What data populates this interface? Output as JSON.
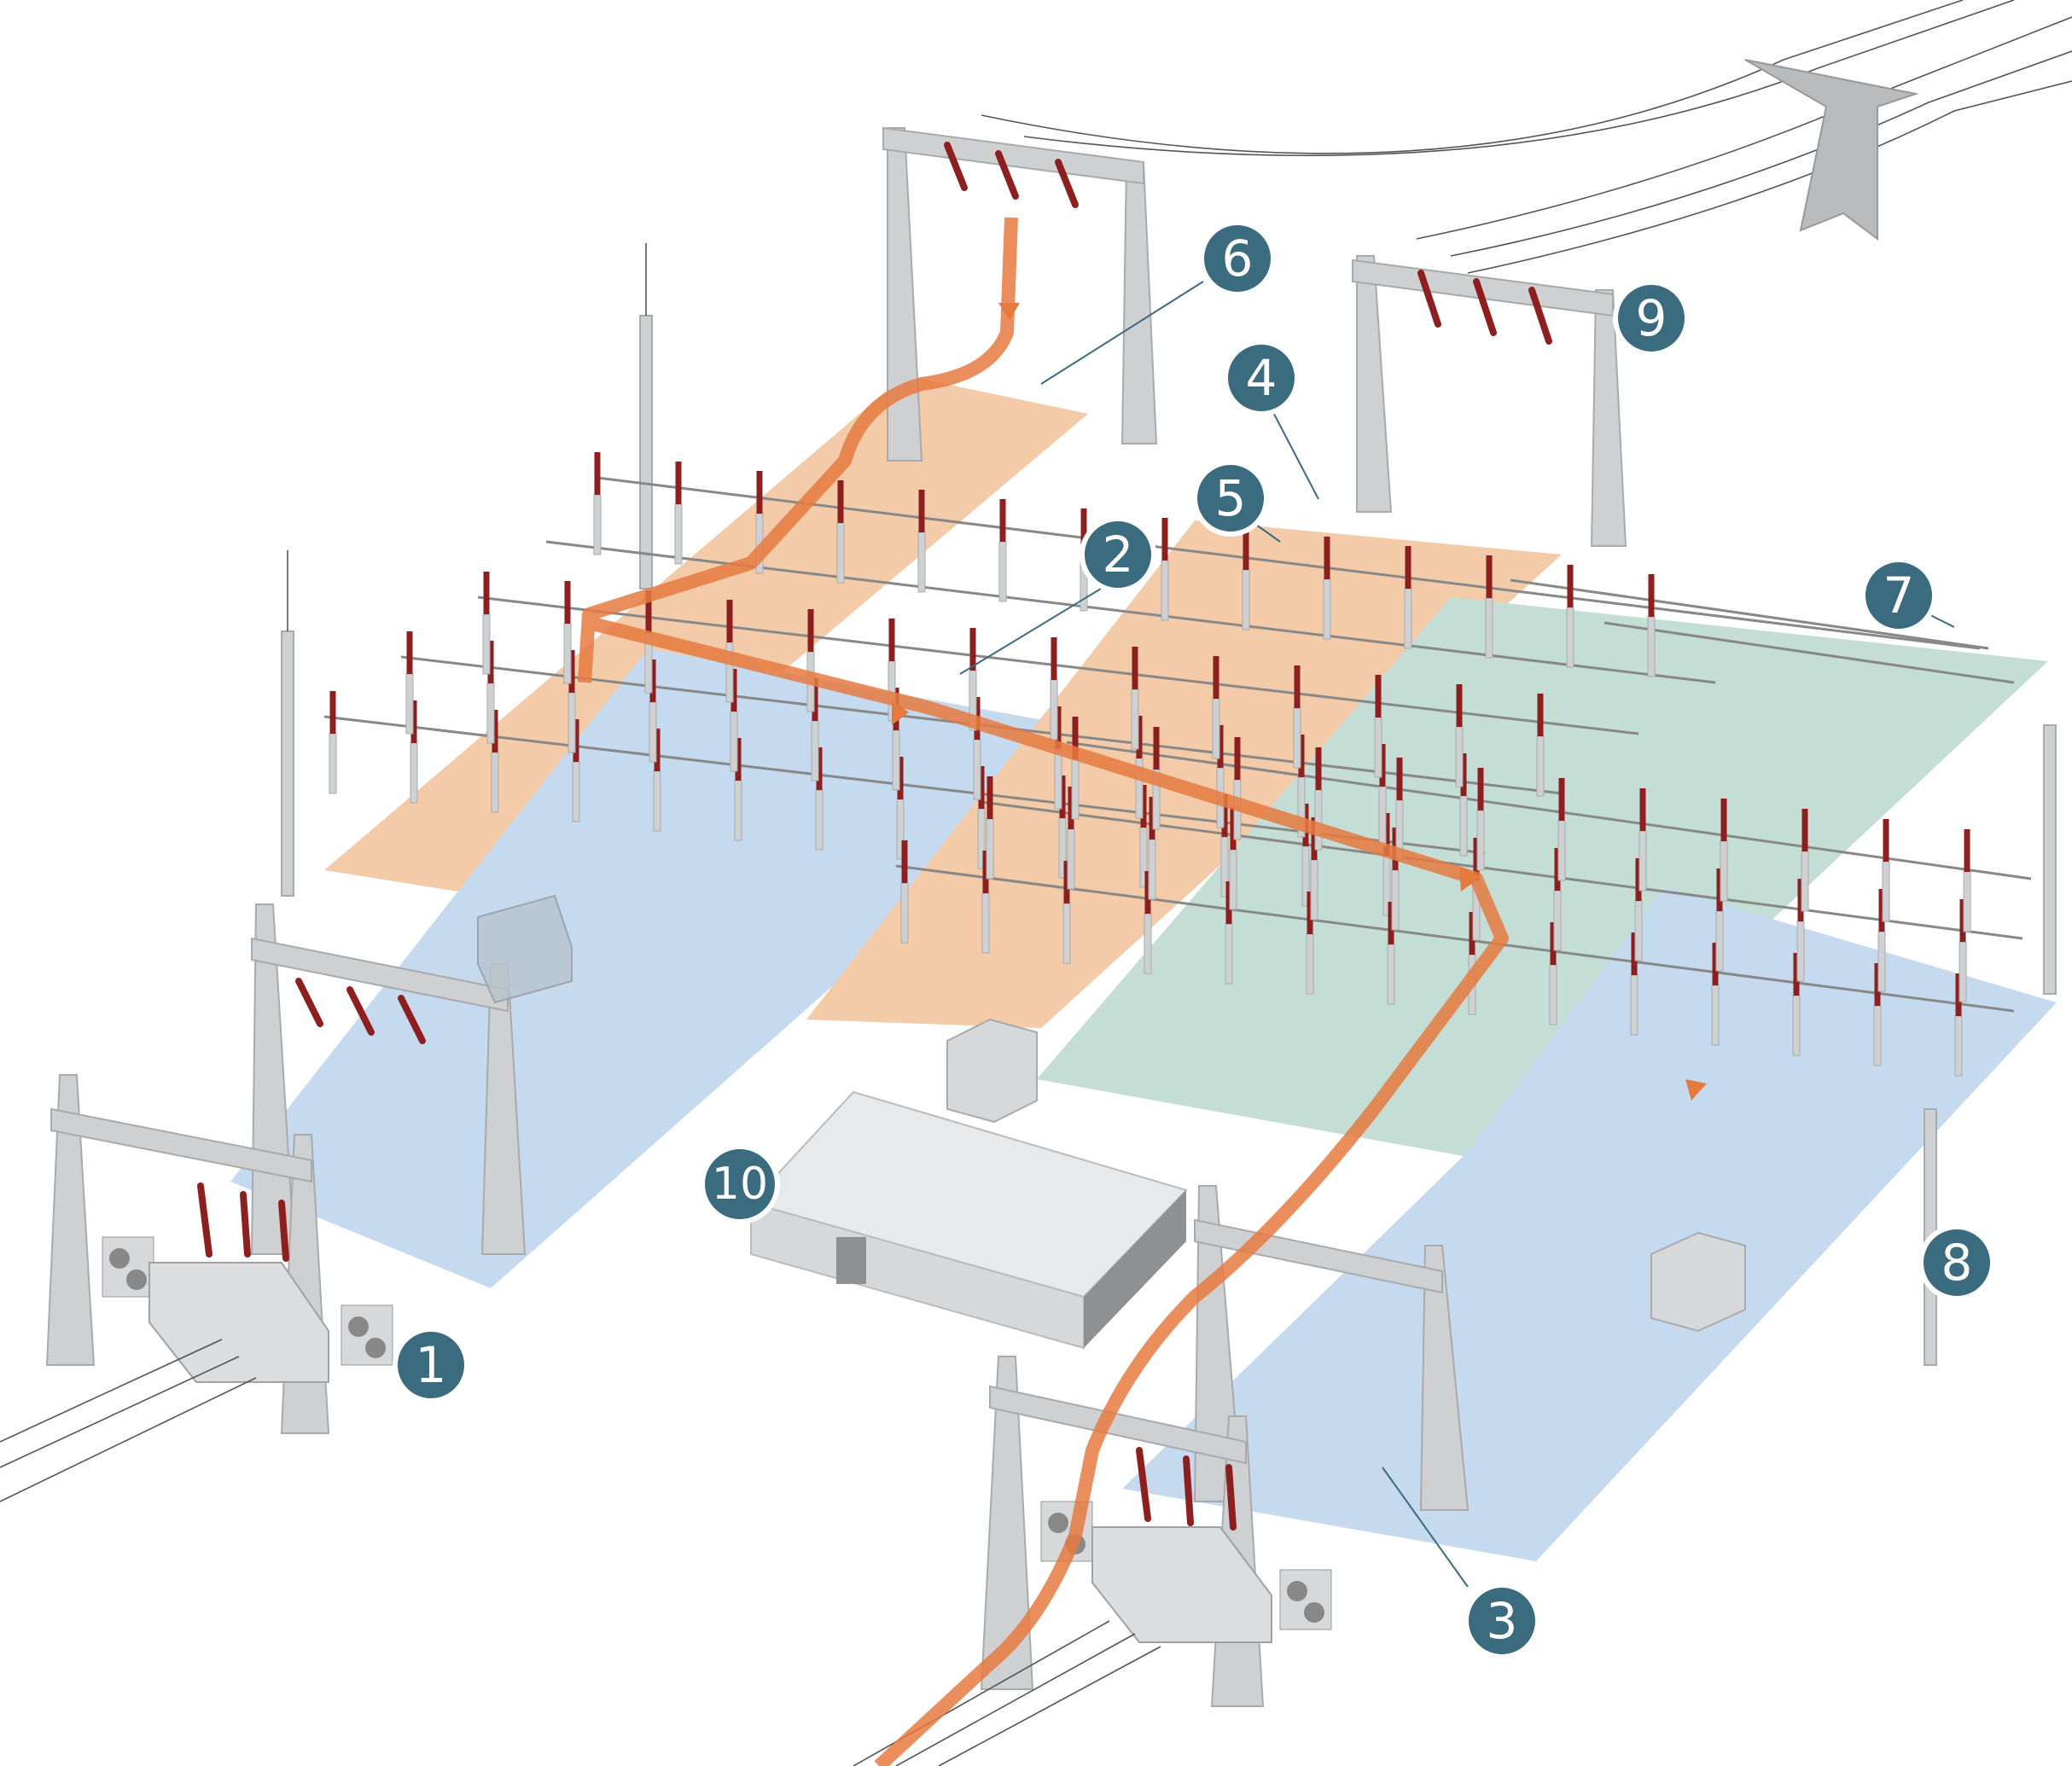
{
  "colors": {
    "zone_orange": "#f3cba8",
    "zone_blue": "#c5d9ef",
    "zone_green": "#c4ddd5",
    "label_fill": "#3a6b7e",
    "power_path": "#e57a3f",
    "insulator": "#8e1f1f",
    "structure": "#cfd0d2"
  },
  "labels": [
    {
      "id": "1",
      "text": "1"
    },
    {
      "id": "2",
      "text": "2"
    },
    {
      "id": "3",
      "text": "3"
    },
    {
      "id": "4",
      "text": "4"
    },
    {
      "id": "5",
      "text": "5"
    },
    {
      "id": "6",
      "text": "6"
    },
    {
      "id": "7",
      "text": "7"
    },
    {
      "id": "8",
      "text": "8"
    },
    {
      "id": "9",
      "text": "9"
    },
    {
      "id": "10",
      "text": "10"
    }
  ],
  "icons": {
    "transformer": "transformer-icon",
    "gantry": "gantry-tower-icon",
    "lightning_mast": "lightning-mast-icon",
    "building": "control-building-icon",
    "transmission_tower": "transmission-tower-icon"
  }
}
